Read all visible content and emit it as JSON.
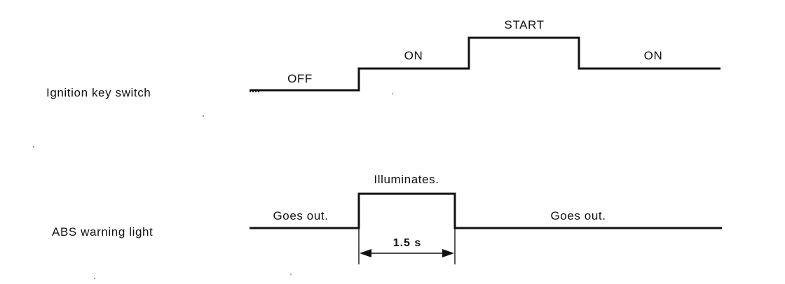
{
  "rows": {
    "ignition": {
      "label": "Ignition key switch",
      "states": [
        "OFF",
        "ON",
        "START",
        "ON"
      ]
    },
    "abs": {
      "label": "ABS warning light",
      "states": [
        "Goes out.",
        "Illuminates.",
        "Goes out."
      ]
    }
  },
  "duration": {
    "label": "1.5 s"
  }
}
